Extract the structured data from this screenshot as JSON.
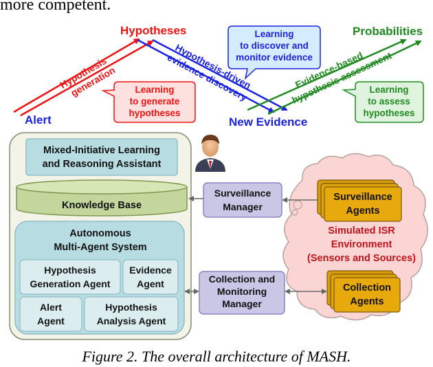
{
  "header_fragment": "more competent.",
  "reasoning": {
    "alert": "Alert",
    "hypotheses": "Hypotheses",
    "new_evidence": "New Evidence",
    "probabilities": "Probabilities",
    "hypothesis_generation": [
      "Hypothesis",
      "generation"
    ],
    "hypothesis_driven": [
      "Hypothesis-driven",
      "evidence discovery"
    ],
    "evidence_based": [
      "Evidence-based",
      "hypothesis assessment"
    ]
  },
  "callouts": {
    "generate": [
      "Learning",
      "to generate",
      "hypotheses"
    ],
    "discover": [
      "Learning",
      "to discover and",
      "monitor evidence"
    ],
    "assess": [
      "Learning",
      "to assess",
      "hypotheses"
    ]
  },
  "mash": {
    "assistant": [
      "Mixed-Initiative Learning",
      "and Reasoning Assistant"
    ],
    "knowledge_base": "Knowledge Base",
    "autonomous": [
      "Autonomous",
      "Multi-Agent System"
    ],
    "agents": {
      "hypothesis_generation": [
        "Hypothesis",
        "Generation Agent"
      ],
      "evidence": [
        "Evidence",
        "Agent"
      ],
      "alert": [
        "Alert",
        "Agent"
      ],
      "hypothesis_analysis": [
        "Hypothesis",
        "Analysis Agent"
      ]
    }
  },
  "managers": {
    "surveillance": [
      "Surveillance",
      "Manager"
    ],
    "collection": [
      "Collection and",
      "Monitoring",
      "Manager"
    ]
  },
  "environment": {
    "surveillance_agents": [
      "Surveillance",
      "Agents"
    ],
    "collection_agents": [
      "Collection",
      "Agents"
    ],
    "title": [
      "Simulated ISR",
      "Environment",
      "(Sensors and Sources)"
    ]
  },
  "caption": "Figure 2. The overall architecture of MASH.",
  "colors": {
    "red": "#ee1111",
    "blue": "#1a22dd",
    "green": "#1f8a1f",
    "teal_fill": "#b7dde3",
    "teal_stroke": "#8fbcc4",
    "kb_fill": "#c3d69b",
    "manager_fill": "#c9c6e6",
    "agent_fill": "#e0a30a",
    "cloud_fill": "#fbd4d4",
    "env_text": "#c0141c"
  }
}
